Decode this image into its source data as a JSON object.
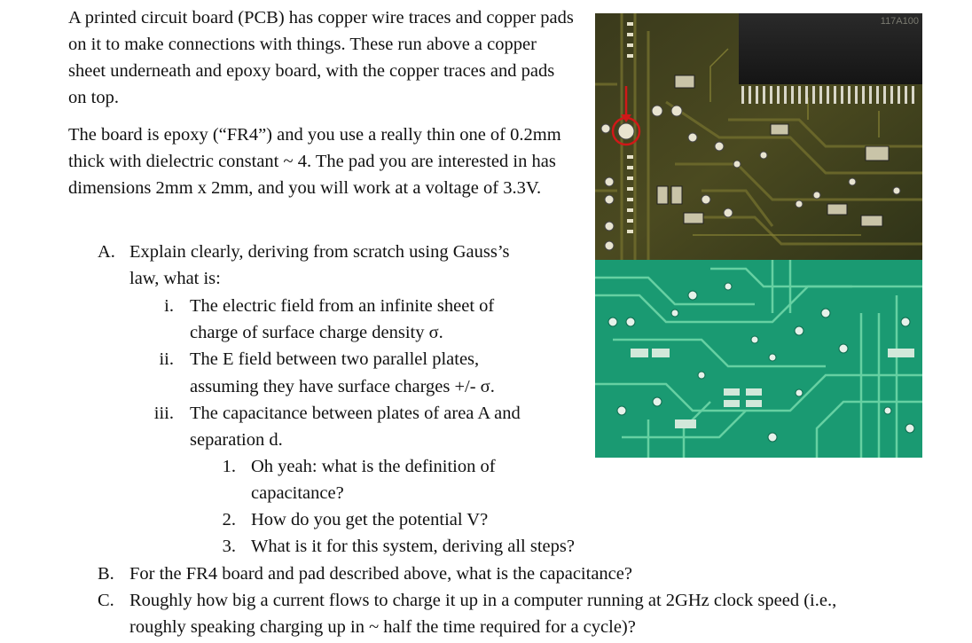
{
  "intro": "A printed circuit board (PCB) has copper wire traces and copper pads on it to make connections with things. These run above a copper sheet underneath and epoxy board, with the copper traces and pads on top.",
  "board_desc": "The board is epoxy (“FR4”) and you use a really thin one of 0.2mm thick with dielectric constant ~ 4. The pad you are interested in has dimensions 2mm x 2mm, and you will work at a voltage of 3.3V.",
  "chip_marking": "117A100",
  "qA": {
    "marker": "A.",
    "line1": "Explain clearly, deriving from scratch using Gauss’s",
    "line2": "law, what is:",
    "items": [
      {
        "marker": "i.",
        "line1": "The electric field from an infinite sheet of",
        "line2": "charge of surface charge density σ."
      },
      {
        "marker": "ii.",
        "line1": "The E field between two parallel plates,",
        "line2": "assuming they have surface charges +/- σ."
      },
      {
        "marker": "iii.",
        "line1": "The capacitance between plates of area A and",
        "line2": "separation d."
      }
    ],
    "sub": [
      {
        "marker": "1.",
        "line1": "Oh yeah: what is the definition of",
        "line2": "capacitance?"
      },
      {
        "marker": "2.",
        "line1": "How do you get the potential V?"
      },
      {
        "marker": "3.",
        "line1": "What is it for this system, deriving all steps?"
      }
    ]
  },
  "qB": {
    "marker": "B.",
    "text": "For the FR4 board and pad described above, what is the capacitance?"
  },
  "qC": {
    "marker": "C.",
    "line1": "Roughly how big a current flows to charge it up in a computer running at 2GHz clock speed (i.e.,",
    "line2": "roughly speaking charging up in ~ half the time required for a cycle)?"
  }
}
